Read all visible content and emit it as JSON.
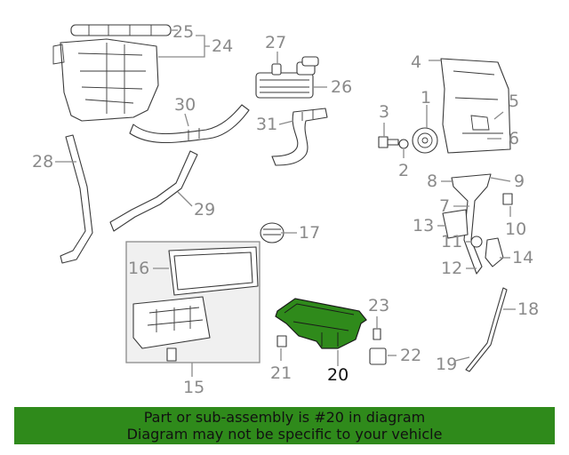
{
  "diagram": {
    "highlight_color": "#2f8a1b",
    "callouts": {
      "c1": "1",
      "c2": "2",
      "c3": "3",
      "c4": "4",
      "c5": "5",
      "c6": "6",
      "c7": "7",
      "c8": "8",
      "c9": "9",
      "c10": "10",
      "c11": "11",
      "c12": "12",
      "c13": "13",
      "c14": "14",
      "c15": "15",
      "c16": "16",
      "c17": "17",
      "c18": "18",
      "c19": "19",
      "c20": "20",
      "c21": "21",
      "c22": "22",
      "c23": "23",
      "c24": "24",
      "c25": "25",
      "c26": "26",
      "c27": "27",
      "c28": "28",
      "c29": "29",
      "c30": "30",
      "c31": "31"
    }
  },
  "banner": {
    "line1": "Part or sub-assembly is #20 in diagram",
    "line2": "Diagram may not be specific to your vehicle"
  }
}
